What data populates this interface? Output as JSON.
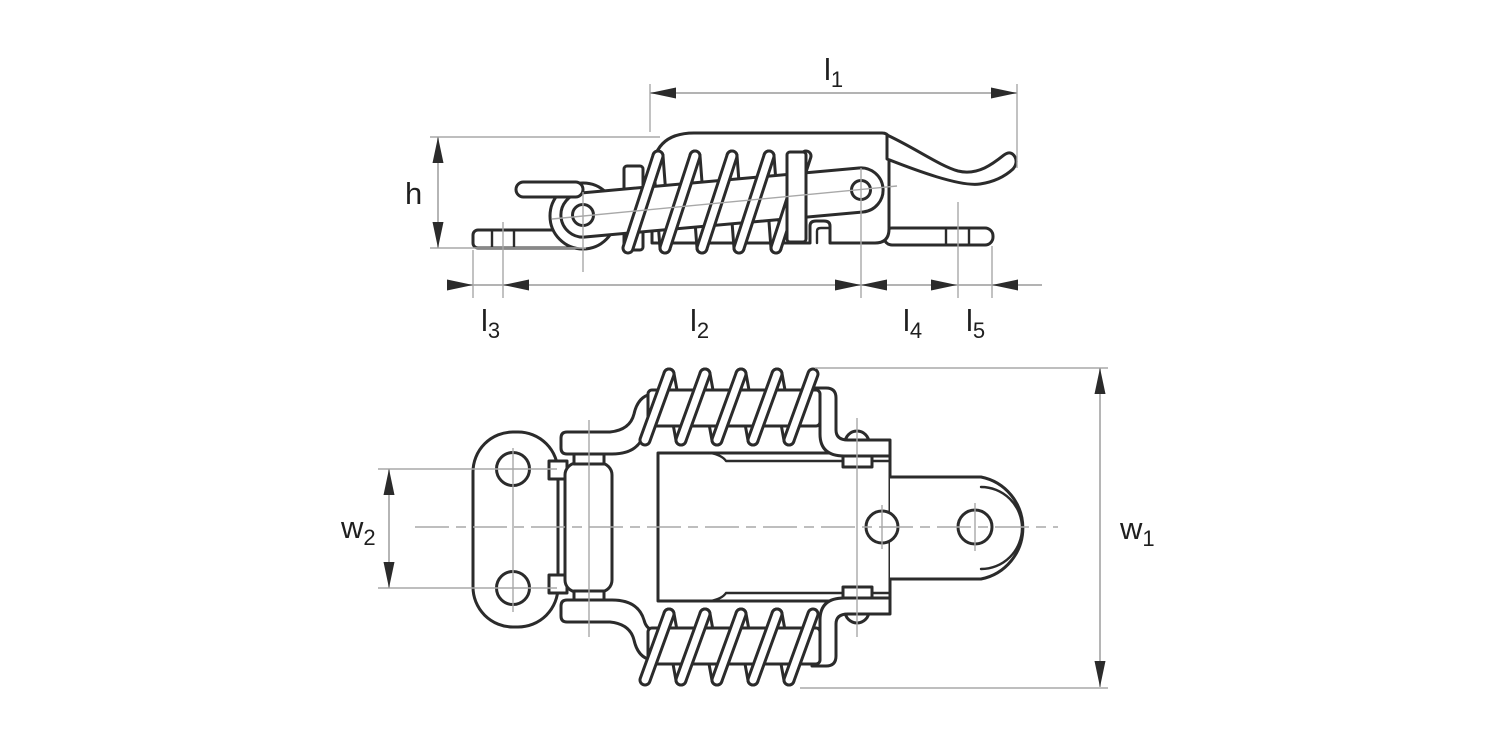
{
  "colors": {
    "background": "#ffffff",
    "outline": "#2b2b2b",
    "dimension": "#a8a8a8",
    "label": "#1f1f1f"
  },
  "labels": {
    "l1": {
      "base": "l",
      "sub": "1"
    },
    "l2": {
      "base": "l",
      "sub": "2"
    },
    "l3": {
      "base": "l",
      "sub": "3"
    },
    "l4": {
      "base": "l",
      "sub": "4"
    },
    "l5": {
      "base": "l",
      "sub": "5"
    },
    "h": {
      "base": "h",
      "sub": ""
    },
    "w1": {
      "base": "w",
      "sub": "1"
    },
    "w2": {
      "base": "w",
      "sub": "2"
    }
  }
}
